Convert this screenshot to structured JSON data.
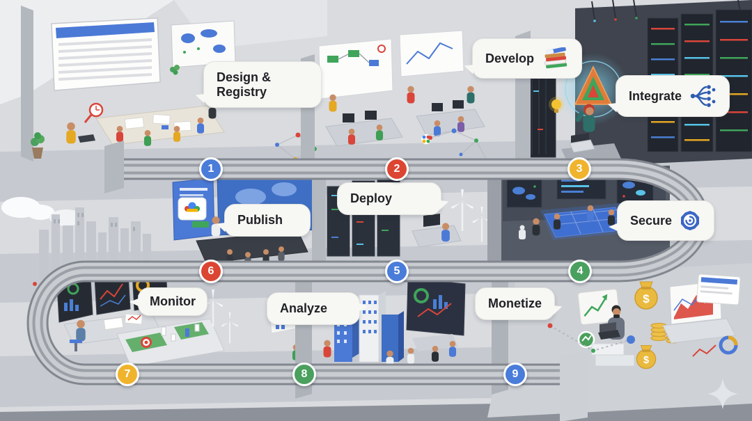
{
  "stages": [
    {
      "number": "1",
      "label": "Design & Registry",
      "badge_color": "#4a7cd9"
    },
    {
      "number": "2",
      "label": "Develop",
      "badge_color": "#dc4532",
      "icon": "books-stack-icon"
    },
    {
      "number": "3",
      "label": "Integrate",
      "badge_color": "#f0b32c",
      "icon": "integration-branch-icon"
    },
    {
      "number": "4",
      "label": "Secure",
      "badge_color": "#4aa05e",
      "icon": "security-badge-icon"
    },
    {
      "number": "5",
      "label": "Deploy",
      "badge_color": "#4a7cd9"
    },
    {
      "number": "6",
      "label": "Publish",
      "badge_color": "#dc4532"
    },
    {
      "number": "7",
      "label": "Monitor",
      "badge_color": "#f0b32c"
    },
    {
      "number": "8",
      "label": "Analyze",
      "badge_color": "#4aa05e"
    },
    {
      "number": "9",
      "label": "Monetize",
      "badge_color": "#4a7cd9"
    }
  ],
  "colors": {
    "background": "#d9dbdf",
    "road_light": "#c9ccd1",
    "road_dark": "#82878f",
    "road_stripe": "#9ba0a7",
    "bubble_bg": "#f7f7f4",
    "bubble_text": "#1f2125",
    "google_blue": "#4285F4",
    "google_red": "#DB4437",
    "google_yellow": "#F4B400",
    "google_green": "#34A853",
    "screen_blue": "#4b79d6",
    "server_dark": "#23272f",
    "hologram_cyan": "#7fd4ee",
    "money_gold": "#eaba3e"
  },
  "icons": {
    "develop": "stack-of-books",
    "integrate": "branch-network",
    "secure": "shield-badge",
    "publish_chip": "google-cloud-logo",
    "corner": "four-point-star-sparkle"
  }
}
